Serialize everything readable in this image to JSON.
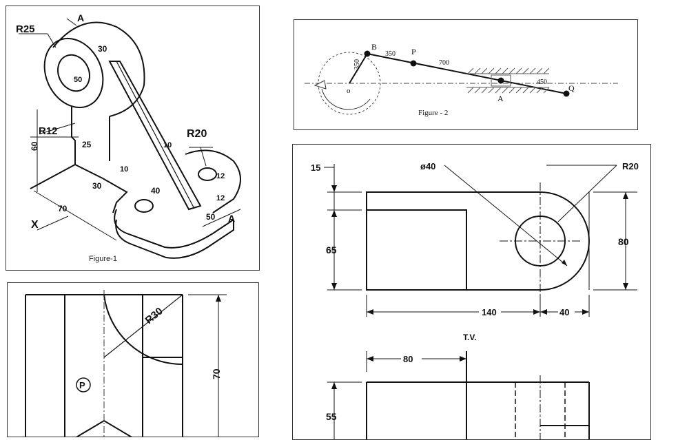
{
  "figure1": {
    "caption": "Figure-1",
    "dims": {
      "r25": "R25",
      "r12": "R12",
      "r20": "R20",
      "section_a": "A",
      "section_a2": "A",
      "d30_top": "30",
      "d50": "50",
      "d60": "60",
      "d25": "25",
      "d10_rib": "10",
      "d10_base": "10",
      "d30_base": "30",
      "d40": "40",
      "d12_a": "12",
      "d12_b": "12",
      "d70": "70",
      "d50_b": "50",
      "view_x": "X"
    }
  },
  "figure2": {
    "caption": "Figure - 2",
    "labels": {
      "b": "B",
      "p": "P",
      "a": "A",
      "q": "Q",
      "o": "o"
    },
    "dims": {
      "ob": "350",
      "bp": "350",
      "pa": "700",
      "aq": "450"
    }
  },
  "figure3": {
    "dims": {
      "r30": "R30",
      "d70": "70"
    },
    "label_p": "P"
  },
  "figure4": {
    "dims": {
      "d15": "15",
      "phi40": "ø40",
      "r20": "R20",
      "d65": "65",
      "d80": "80",
      "d140": "140",
      "d40": "40",
      "d80_front": "80",
      "d55": "55"
    },
    "tv_label": "T.V."
  }
}
